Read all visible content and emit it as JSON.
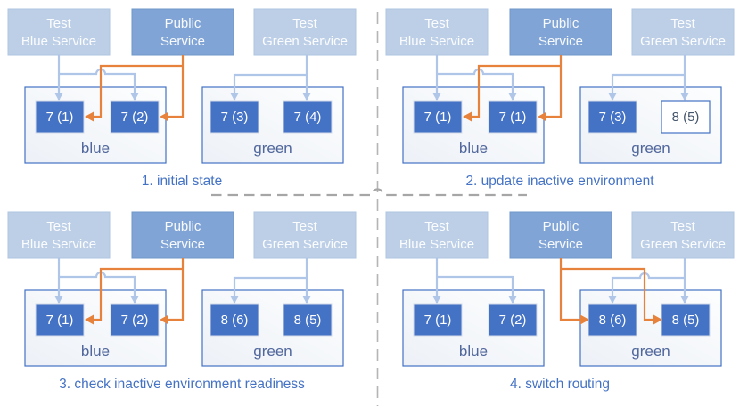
{
  "services": [
    {
      "id": "test-blue-service",
      "lines": [
        "Test",
        "Blue Service"
      ]
    },
    {
      "id": "public-service",
      "lines": [
        "Public",
        "Service"
      ]
    },
    {
      "id": "test-green-service",
      "lines": [
        "Test",
        "Green Service"
      ]
    }
  ],
  "panels": [
    {
      "caption": "1. initial state",
      "blue_env": {
        "name": "blue",
        "pods": [
          {
            "label": "7 (1)",
            "variant": "pod-filled"
          },
          {
            "label": "7 (2)",
            "variant": "pod-filled"
          }
        ]
      },
      "green_env": {
        "name": "green",
        "pods": [
          {
            "label": "7 (3)",
            "variant": "pod-filled"
          },
          {
            "label": "7 (4)",
            "variant": "pod-filled"
          }
        ]
      },
      "public_routes_to": "blue"
    },
    {
      "caption": "2. update inactive environment",
      "blue_env": {
        "name": "blue",
        "pods": [
          {
            "label": "7 (1)",
            "variant": "pod-filled"
          },
          {
            "label": "7 (1)",
            "variant": "pod-filled"
          }
        ]
      },
      "green_env": {
        "name": "green",
        "pods": [
          {
            "label": "7 (3)",
            "variant": "pod-filled"
          },
          {
            "label": "8 (5)",
            "variant": "pod-outline"
          }
        ]
      },
      "public_routes_to": "blue"
    },
    {
      "caption": "3. check inactive environment readiness",
      "blue_env": {
        "name": "blue",
        "pods": [
          {
            "label": "7 (1)",
            "variant": "pod-filled"
          },
          {
            "label": "7 (2)",
            "variant": "pod-filled"
          }
        ]
      },
      "green_env": {
        "name": "green",
        "pods": [
          {
            "label": "8 (6)",
            "variant": "pod-filled"
          },
          {
            "label": "8 (5)",
            "variant": "pod-filled"
          }
        ]
      },
      "public_routes_to": "blue"
    },
    {
      "caption": "4. switch routing",
      "blue_env": {
        "name": "blue",
        "pods": [
          {
            "label": "7 (1)",
            "variant": "pod-filled"
          },
          {
            "label": "7 (2)",
            "variant": "pod-filled"
          }
        ]
      },
      "green_env": {
        "name": "green",
        "pods": [
          {
            "label": "8 (6)",
            "variant": "pod-filled"
          },
          {
            "label": "8 (5)",
            "variant": "pod-filled"
          }
        ]
      },
      "public_routes_to": "green"
    }
  ],
  "icons": {
    "arrowhead_down": "triangle-down",
    "arrowhead_left": "triangle-left",
    "arrowhead_right": "triangle-right"
  },
  "colors": {
    "pod_blue": "#4472c4",
    "service_light_blue": "#bdcfe7",
    "service_dark_blue": "#80a4d5",
    "route_light_blue": "#b0c6e8",
    "route_orange": "#e6823c",
    "caption_text": "#4472c4",
    "env_label_text": "#50669c",
    "divider_gray": "#a6a6a6"
  }
}
